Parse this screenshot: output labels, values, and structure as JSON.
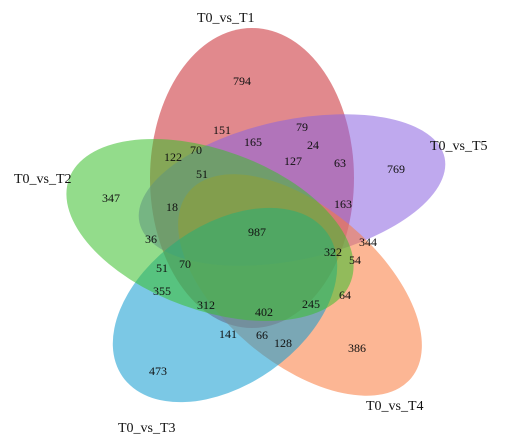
{
  "sets": [
    {
      "key": "t1",
      "label": "T0_vs_T1",
      "color": "#c8282f"
    },
    {
      "key": "t5",
      "label": "T0_vs_T5",
      "color": "#8a63e0"
    },
    {
      "key": "t4",
      "label": "T0_vs_T4",
      "color": "#f97a3c"
    },
    {
      "key": "t3",
      "label": "T0_vs_T3",
      "color": "#0f9bd0"
    },
    {
      "key": "t2",
      "label": "T0_vs_T2",
      "color": "#3bbf2c"
    }
  ],
  "region_counts": [
    {
      "id": "t1-only",
      "value": "794"
    },
    {
      "id": "t5-only",
      "value": "769"
    },
    {
      "id": "t4-only",
      "value": "386"
    },
    {
      "id": "t3-only",
      "value": "473"
    },
    {
      "id": "t2-only",
      "value": "347"
    },
    {
      "id": "r151",
      "value": "151"
    },
    {
      "id": "r79",
      "value": "79"
    },
    {
      "id": "r165",
      "value": "165"
    },
    {
      "id": "r122",
      "value": "122"
    },
    {
      "id": "r70a",
      "value": "70"
    },
    {
      "id": "r24",
      "value": "24"
    },
    {
      "id": "r63",
      "value": "63"
    },
    {
      "id": "r127",
      "value": "127"
    },
    {
      "id": "r51a",
      "value": "51"
    },
    {
      "id": "r163",
      "value": "163"
    },
    {
      "id": "r18",
      "value": "18"
    },
    {
      "id": "r36",
      "value": "36"
    },
    {
      "id": "r987",
      "value": "987"
    },
    {
      "id": "r344",
      "value": "344"
    },
    {
      "id": "r322",
      "value": "322"
    },
    {
      "id": "r54",
      "value": "54"
    },
    {
      "id": "r51b",
      "value": "51"
    },
    {
      "id": "r70b",
      "value": "70"
    },
    {
      "id": "r355",
      "value": "355"
    },
    {
      "id": "r64",
      "value": "64"
    },
    {
      "id": "r312",
      "value": "312"
    },
    {
      "id": "r402",
      "value": "402"
    },
    {
      "id": "r245",
      "value": "245"
    },
    {
      "id": "r141",
      "value": "141"
    },
    {
      "id": "r66",
      "value": "66"
    },
    {
      "id": "r128",
      "value": "128"
    }
  ]
}
